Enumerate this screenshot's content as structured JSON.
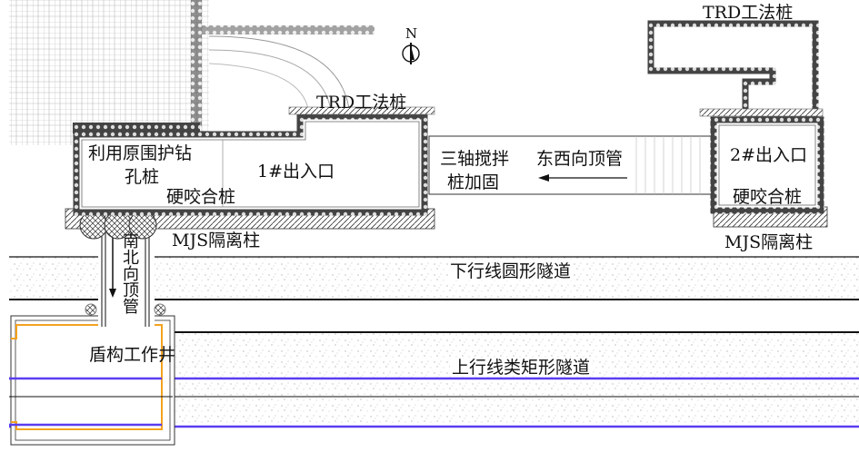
{
  "north": {
    "label": "N"
  },
  "entrance1": {
    "name": "1#出入口",
    "pile_label_line1": "利用原围护钻",
    "pile_label_line2": "孔桩",
    "secant_pile": "硬咬合桩",
    "mjs": "MJS隔离柱",
    "trd": "TRD工法桩"
  },
  "connector": {
    "reinforce_line1": "三轴搅拌",
    "reinforce_line2": "桩加固",
    "pipe_jacking": "东西向顶管"
  },
  "entrance2": {
    "name": "2#出入口",
    "secant_pile": "硬咬合桩",
    "mjs": "MJS隔离柱",
    "trd": "TRD工法桩"
  },
  "tunnels": {
    "down_line": "下行线圆形隧道",
    "up_line": "上行线类矩形隧道",
    "ns_pipe": "南北向顶管",
    "shield_well": "盾构工作井"
  },
  "colors": {
    "orange": "#f4a21f",
    "purple": "#5a3df0",
    "line": "#111111"
  }
}
